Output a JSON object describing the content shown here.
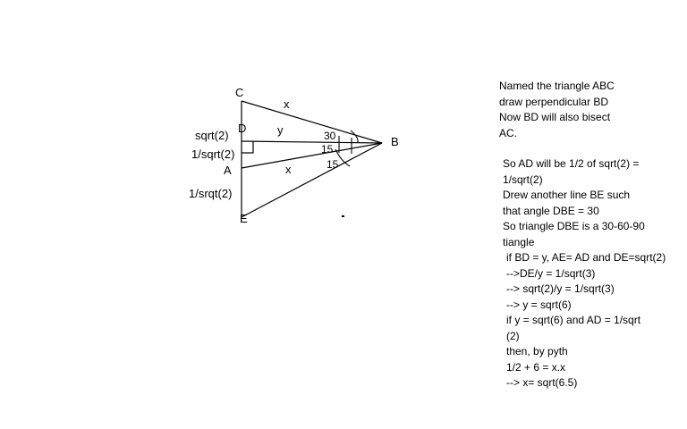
{
  "figure": {
    "title": "triangle-geometry-diagram",
    "vertices": [
      {
        "id": "C",
        "label": "C"
      },
      {
        "id": "D",
        "label": "D"
      },
      {
        "id": "A",
        "label": "A"
      },
      {
        "id": "E",
        "label": "E"
      },
      {
        "id": "B",
        "label": "B"
      }
    ],
    "side_labels": {
      "sqrt2": "sqrt(2)",
      "one_over_sqrt2": "1/sqrt(2)",
      "one_over_srqt2": "1/srqt(2)"
    },
    "edge_labels": {
      "x_top": "x",
      "y_mid": "y",
      "x_low": "x"
    },
    "angles": {
      "angle_cbd": "30",
      "angle_dba": "15",
      "angle_abe": "15"
    },
    "stroke_color": "#000000",
    "background_color": "#ffffff"
  },
  "notes": {
    "block1": [
      "Named the triangle ABC",
      "draw perpendicular BD",
      "Now BD will also bisect",
      "AC."
    ],
    "block2": [
      "So AD will be 1/2 of sqrt(2) =",
      "1/sqrt(2)",
      "Drew another line BE such",
      "that angle DBE = 30",
      "So triangle DBE is a 30-60-90",
      "tiangle"
    ],
    "block3": [
      "if BD = y, AE= AD and DE=sqrt(2)",
      "-->DE/y = 1/sqrt(3)",
      "--> sqrt(2)/y = 1/sqrt(3)",
      "--> y = sqrt(6)",
      "if y = sqrt(6) and AD = 1/sqrt",
      "(2)",
      "then, by pyth",
      "1/2 + 6 = x.x",
      "--> x= sqrt(6.5)"
    ]
  }
}
